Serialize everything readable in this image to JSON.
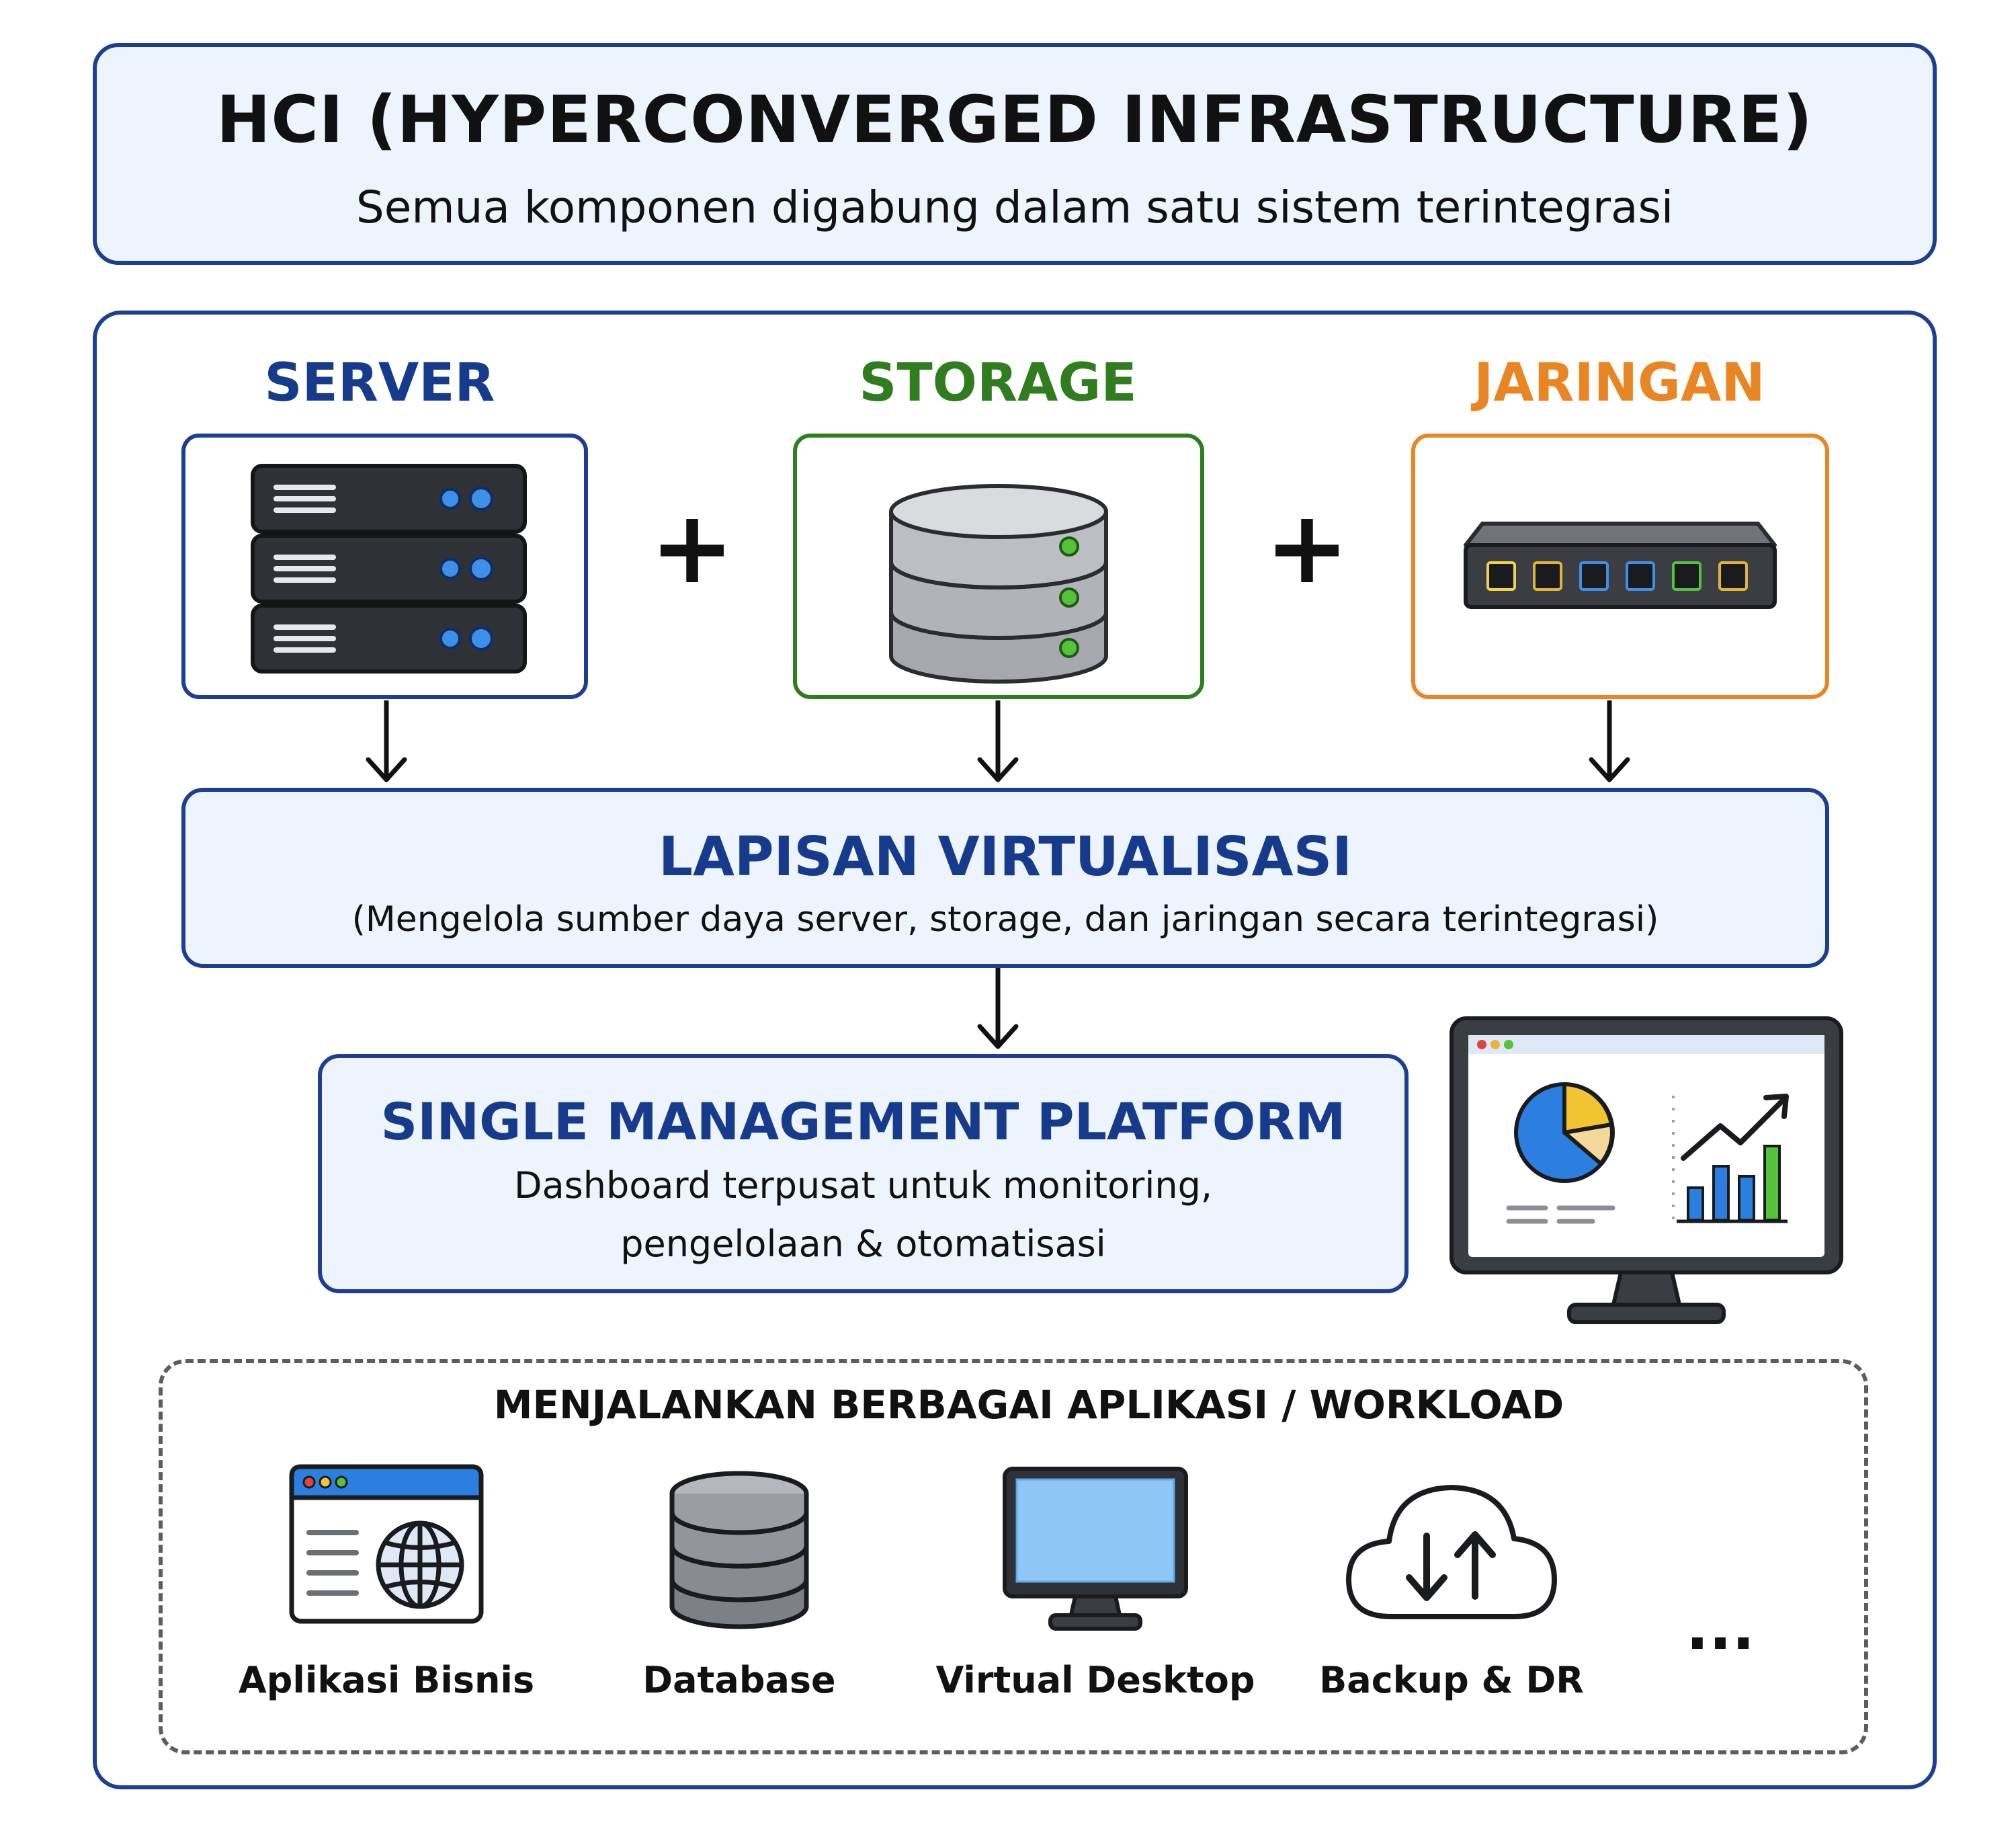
{
  "header": {
    "title": "HCI (HYPERCONVERGED INFRASTRUCTURE)",
    "subtitle": "Semua komponen digabung dalam satu sistem terintegrasi"
  },
  "components": [
    {
      "label": "SERVER",
      "icon": "server-rack-icon",
      "color": "#163a8c"
    },
    {
      "label": "STORAGE",
      "icon": "storage-cylinder-icon",
      "color": "#2f7d1f"
    },
    {
      "label": "JARINGAN",
      "icon": "network-switch-icon",
      "color": "#e98522"
    }
  ],
  "plus_symbol": "+",
  "virtualization": {
    "title": "LAPISAN VIRTUALISASI",
    "description": "(Mengelola sumber daya server, storage, dan jaringan secara terintegrasi)"
  },
  "management": {
    "title": "SINGLE MANAGEMENT PLATFORM",
    "line1": "Dashboard terpusat untuk monitoring,",
    "line2": "pengelolaan & otomatisasi"
  },
  "workloads": {
    "title": "MENJALANKAN BERBAGAI APLIKASI / WORKLOAD",
    "items": [
      {
        "label": "Aplikasi Bisnis",
        "icon": "web-app-globe-icon"
      },
      {
        "label": "Database",
        "icon": "database-icon"
      },
      {
        "label": "Virtual Desktop",
        "icon": "desktop-monitor-icon"
      },
      {
        "label": "Backup & DR",
        "icon": "cloud-sync-icon"
      }
    ],
    "more": "..."
  },
  "colors": {
    "navy": "#1c3f94",
    "panel_fill": "#eef4fd",
    "server": "#163a8c",
    "storage": "#2f7d1f",
    "network": "#e98522"
  }
}
